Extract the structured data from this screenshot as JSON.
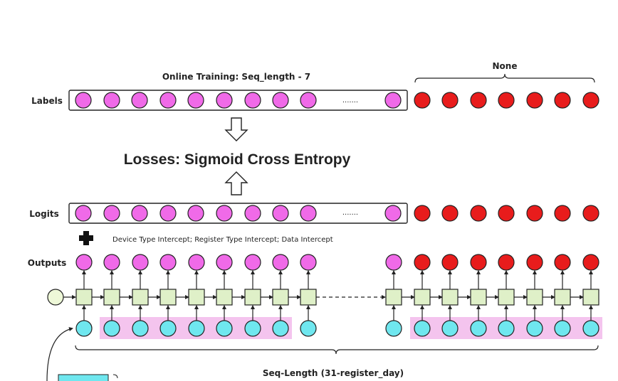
{
  "labels": {
    "online_training": "Online Training: Seq_length - 7",
    "none": "None",
    "labels_row": "Labels",
    "losses": "Losses: Sigmoid Cross Entropy",
    "logits_row": "Logits",
    "intercepts": "Device Type Intercept; Register Type Intercept; Data Intercept",
    "outputs_row": "Outputs",
    "seq_length": "Seq-Length (31-register_day)",
    "dots": "·······"
  },
  "colors": {
    "magenta": "#f06ae8",
    "red": "#e81c1c",
    "cyan": "#6fe7ef",
    "cell": "#dff0c8",
    "start": "#eef8d8",
    "highlight": "#f4c4ee"
  }
}
